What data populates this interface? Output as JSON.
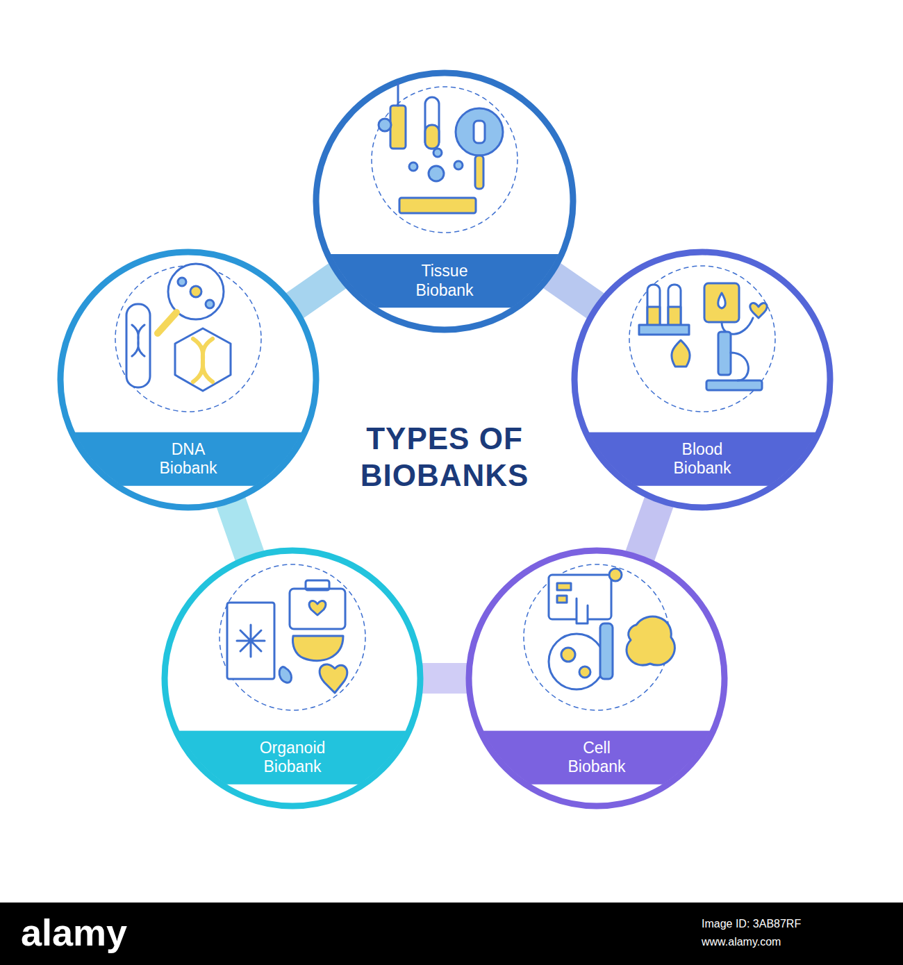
{
  "diagram": {
    "title": "TYPES OF BIOBANKS",
    "nodes": [
      {
        "text": [
          "Tissue Biobank"
        ]
      },
      {
        "text": [
          "DNA Biobank"
        ]
      },
      {
        "text": [
          "Blood Biobank"
        ]
      },
      {
        "text": [
          "Organoid Biobank"
        ]
      },
      {
        "text": [
          "Cell Biobank"
        ]
      }
    ],
    "edges": [
      {
        "from": 1,
        "to": 0,
        "arrow": "none"
      },
      {
        "from": 0,
        "to": 2,
        "arrow": "none"
      },
      {
        "from": 2,
        "to": 4,
        "arrow": "none"
      },
      {
        "from": 3,
        "to": 4,
        "arrow": "none"
      },
      {
        "from": 1,
        "to": 3,
        "arrow": "none"
      }
    ],
    "labels": [
      "alamy",
      "Image ID: 3AB87RF",
      "www.alamy.com"
    ]
  }
}
